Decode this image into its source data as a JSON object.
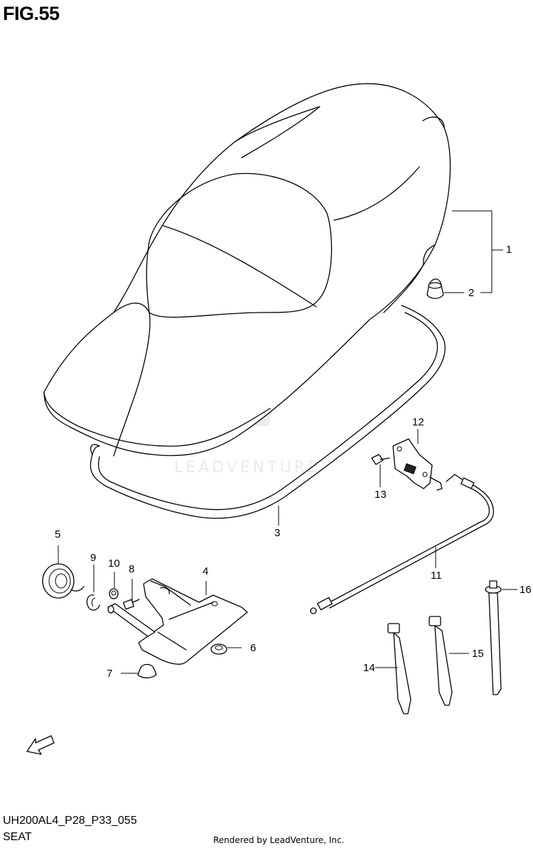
{
  "header": {
    "title": "FIG.55"
  },
  "watermark": {
    "text": "LEADVENTURE"
  },
  "fwd_arrow": {
    "label": "FWD"
  },
  "callouts": [
    {
      "id": "1",
      "label": "1"
    },
    {
      "id": "2",
      "label": "2"
    },
    {
      "id": "3",
      "label": "3"
    },
    {
      "id": "4",
      "label": "4"
    },
    {
      "id": "5",
      "label": "5"
    },
    {
      "id": "6",
      "label": "6"
    },
    {
      "id": "7",
      "label": "7"
    },
    {
      "id": "8",
      "label": "8"
    },
    {
      "id": "9",
      "label": "9"
    },
    {
      "id": "10",
      "label": "10"
    },
    {
      "id": "11",
      "label": "11"
    },
    {
      "id": "12",
      "label": "12"
    },
    {
      "id": "13",
      "label": "13"
    },
    {
      "id": "14",
      "label": "14"
    },
    {
      "id": "15",
      "label": "15"
    },
    {
      "id": "16",
      "label": "16"
    }
  ],
  "footer": {
    "code": "UH200AL4_P28_P33_055",
    "name": "SEAT",
    "credit": "Rendered by LeadVenture, Inc."
  }
}
